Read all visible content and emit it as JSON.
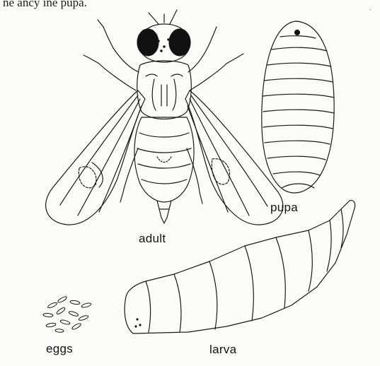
{
  "header": {
    "text": "ne ancy ine pupa."
  },
  "labels": {
    "adult": "adult",
    "pupa": "pupa",
    "eggs": "eggs",
    "larva": "larva"
  },
  "colors": {
    "ink": "#1a1a1a",
    "paper": "#fbfbf9"
  }
}
